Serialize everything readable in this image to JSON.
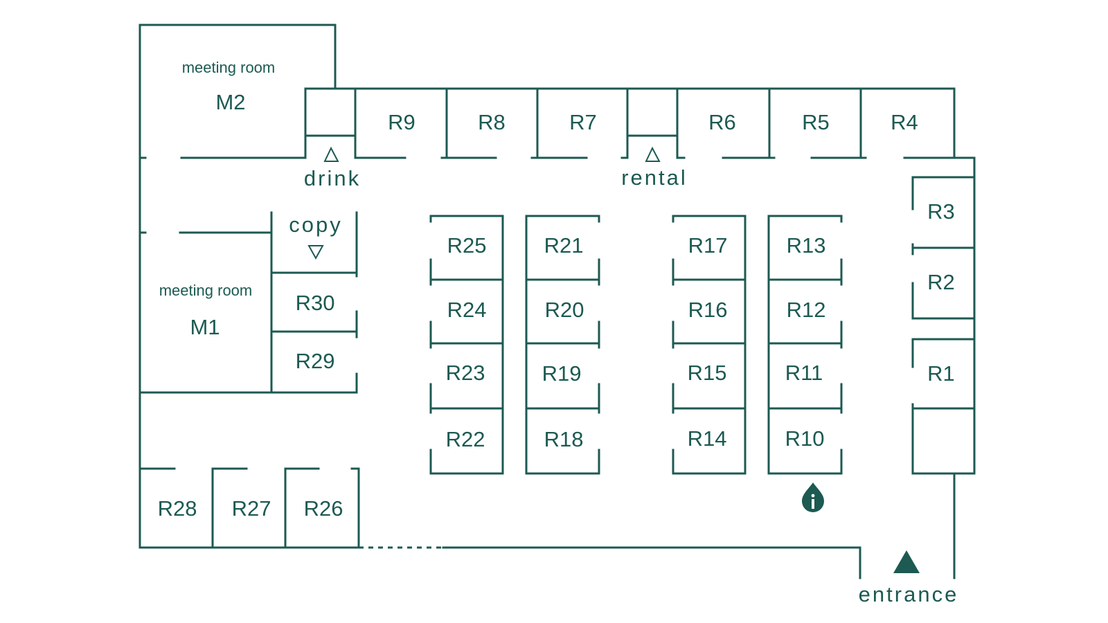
{
  "meeting_rooms": [
    {
      "id": "m2",
      "caption": "meeting room",
      "name": "M2"
    },
    {
      "id": "m1",
      "caption": "meeting room",
      "name": "M1"
    }
  ],
  "rooms": {
    "R1": "R1",
    "R2": "R2",
    "R3": "R3",
    "R4": "R4",
    "R5": "R5",
    "R6": "R6",
    "R7": "R7",
    "R8": "R8",
    "R9": "R9",
    "R10": "R10",
    "R11": "R11",
    "R12": "R12",
    "R13": "R13",
    "R14": "R14",
    "R15": "R15",
    "R16": "R16",
    "R17": "R17",
    "R18": "R18",
    "R19": "R19",
    "R20": "R20",
    "R21": "R21",
    "R22": "R22",
    "R23": "R23",
    "R24": "R24",
    "R25": "R25",
    "R26": "R26",
    "R27": "R27",
    "R28": "R28",
    "R29": "R29",
    "R30": "R30"
  },
  "facilities": {
    "drink": "drink",
    "rental": "rental",
    "copy": "copy",
    "entrance": "entrance"
  },
  "icons": {
    "info": "info-pin-icon",
    "facility_marker": "triangle-marker-icon",
    "entrance_marker": "solid-triangle-icon"
  },
  "colors": {
    "primary": "#1c5a52",
    "background": "#ffffff"
  }
}
